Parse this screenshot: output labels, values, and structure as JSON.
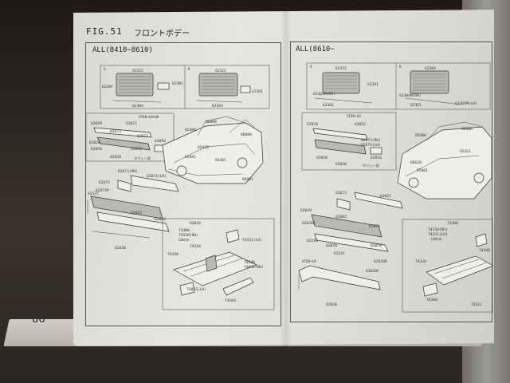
{
  "figure": {
    "number": "FIG.51",
    "name": "フロントボデー"
  },
  "page_number": "86",
  "left_panel": {
    "label": "ALL(8410−8610)",
    "part_numbers": [
      "62322",
      "62301",
      "62304",
      "62301",
      "62304",
      "6230F",
      "62322",
      "86890",
      "86800",
      "85400",
      "65420",
      "65401",
      "65401",
      "66901",
      "62020",
      "62022",
      "62673",
      "62673",
      "62020",
      "62050",
      "62050",
      "62020",
      "62056",
      "62873(RH)",
      "62874(LH)",
      "62674",
      "62874P",
      "62322",
      "62022",
      "62020",
      "62030",
      "62020",
      "74300",
      "74330(RH)",
      "74331(LH)",
      "74340",
      "74320",
      "74330",
      "74832(RH)",
      "74833(LH)",
      "74360",
      "74321"
    ],
    "notes": [
      "STD8+LR+08",
      "タクシー用",
      "LHのみ",
      "S",
      "K"
    ]
  },
  "right_panel": {
    "label": "ALL(8610−",
    "part_numbers": [
      "62322",
      "62301",
      "62304M(RH)",
      "62361",
      "62304",
      "62304M(RH)",
      "62361",
      "62304M(LH)",
      "62020",
      "62022",
      "62673(RH)",
      "62674(LH)",
      "62050",
      "62020",
      "62056",
      "85400",
      "86806",
      "66620",
      "65801",
      "65421",
      "62673",
      "62022",
      "62020",
      "62682",
      "62674",
      "62020G",
      "62240",
      "62020",
      "62050",
      "62241",
      "62020R",
      "62020F",
      "62030",
      "74300",
      "74330(RH)",
      "74331(LH)",
      "74340",
      "74320",
      "74360",
      "74321"
    ],
    "notes": [
      "STD8+LR",
      "タクシー用",
      "STD8+LR",
      "LHのみ",
      "S",
      "K"
    ]
  }
}
